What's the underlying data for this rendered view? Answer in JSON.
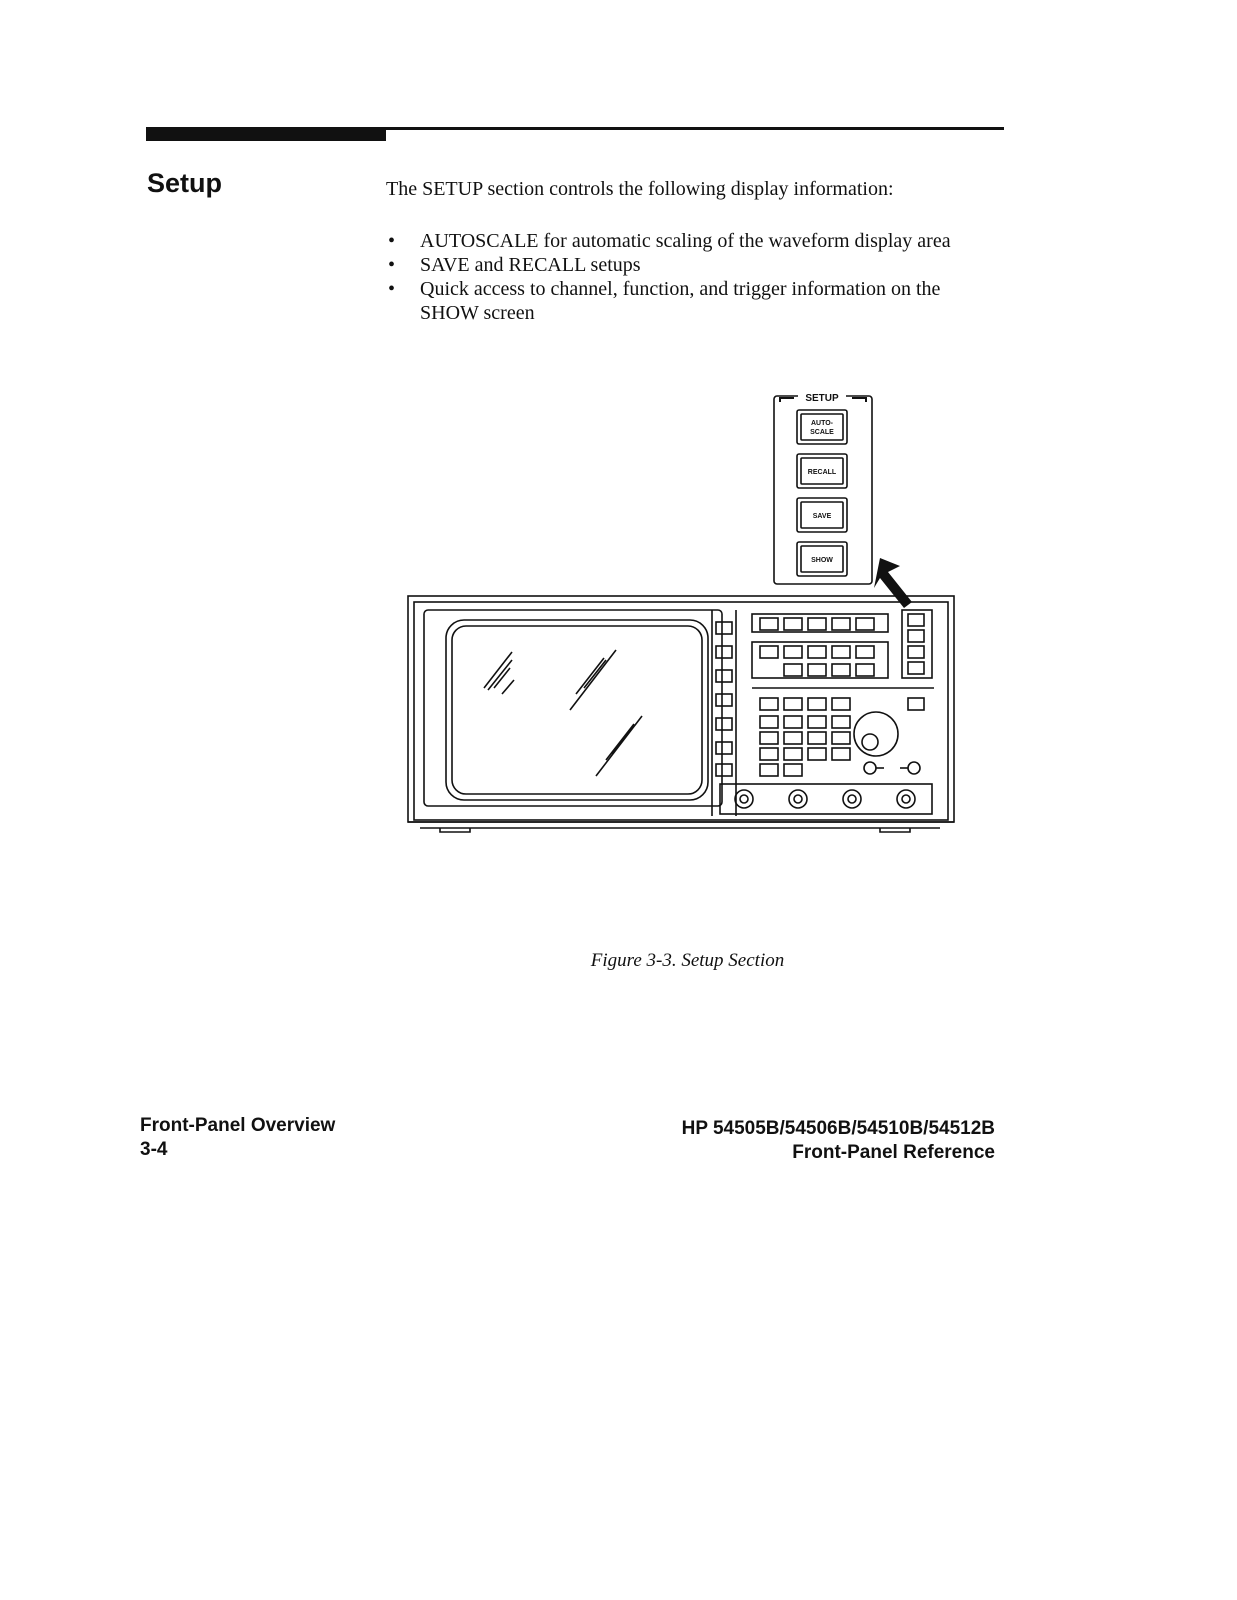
{
  "section": {
    "title": "Setup"
  },
  "intro": "The SETUP section controls the following display information:",
  "bullets": [
    "AUTOSCALE for automatic scaling of the waveform display area",
    "SAVE and RECALL setups",
    "Quick access to channel, function, and trigger information on the SHOW screen"
  ],
  "figure": {
    "panel_title": "SETUP",
    "buttons": {
      "autoscale_line1": "AUTO-",
      "autoscale_line2": "SCALE",
      "recall": "RECALL",
      "save": "SAVE",
      "show": "SHOW"
    },
    "caption": "Figure 3-3.  Setup Section"
  },
  "footer": {
    "left_line1": "Front-Panel Overview",
    "left_line2": "3-4",
    "right_line1": "HP 54505B/54506B/54510B/54512B",
    "right_line2": "Front-Panel Reference"
  }
}
